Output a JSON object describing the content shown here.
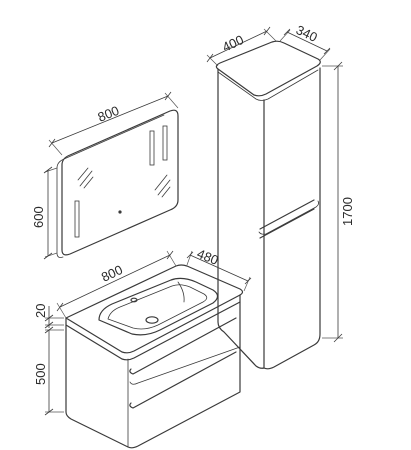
{
  "mirror": {
    "width_label": "800",
    "height_label": "600"
  },
  "tall_cabinet": {
    "width_label": "400",
    "depth_label": "340",
    "height_label": "1700"
  },
  "basin": {
    "width_label": "800",
    "depth_label": "480",
    "thickness_label": "20"
  },
  "vanity": {
    "height_label": "500"
  }
}
